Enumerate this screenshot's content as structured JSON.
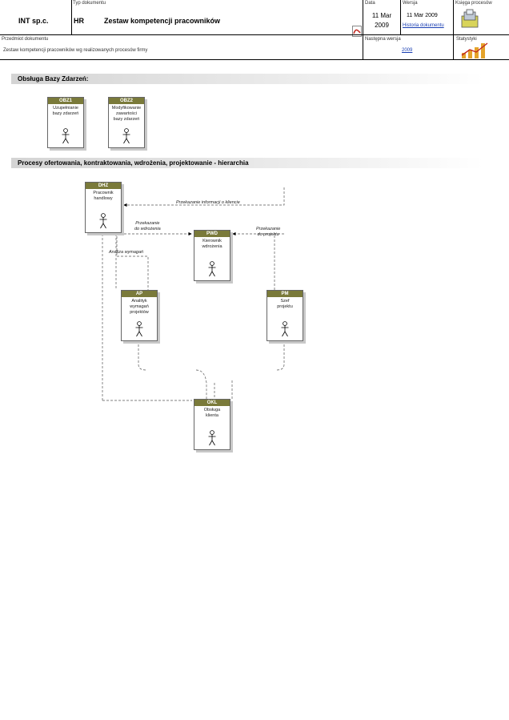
{
  "header": {
    "doc_type_label": "Typ dokumentu",
    "company": "INT sp.c.",
    "department": "HR",
    "title": "Zestaw kompetencji pracowników",
    "date_label": "Data",
    "date_value": "11 Mar\n2009",
    "version_label": "Wersja",
    "version_value": "11 Mar 2009",
    "version_link": "Historia dokumentu",
    "repo_label": "Księga procesów",
    "purpose_label": "Przedmiot dokumentu",
    "purpose_text": "Zestaw kompetencji pracowników wg realizowanych procesów firmy",
    "pdf_label": "PDF",
    "next_version_label": "Następna wersja",
    "next_version_link": "2009",
    "stats_label": "Statystyki"
  },
  "sections": {
    "s1_title": "Obsługa Bazy Zdarzeń:",
    "s2_title": "Procesy ofertowania, kontraktowania, wdrożenia, projektowanie - hierarchia"
  },
  "cards": {
    "obz1": {
      "code": "OBZ1",
      "name": "Uzupełnianie\nbazy zdarzeń"
    },
    "obz2": {
      "code": "OBZ2",
      "name": "Modyfikowanie\nzawartości\nbazy zdarzeń"
    },
    "dhz": {
      "code": "DHZ",
      "name": "Pracownik\nhandlowy"
    },
    "pwd": {
      "code": "PWD",
      "name": "Kierownik\nwdrożenia"
    },
    "ap": {
      "code": "AP",
      "name": "Analityk\nwymagań\nprojektów"
    },
    "pm": {
      "code": "PM",
      "name": "Szef\nprojektu"
    },
    "okl": {
      "code": "OKL",
      "name": "Obsługa\nklienta"
    }
  },
  "labels": {
    "l1": "Przekazanie informacji o kliencie",
    "l2": "Przekazanie\ndo wdrożenia",
    "l3": "Przekazanie\ndo projektu",
    "l4": "Analiza wymagań"
  }
}
